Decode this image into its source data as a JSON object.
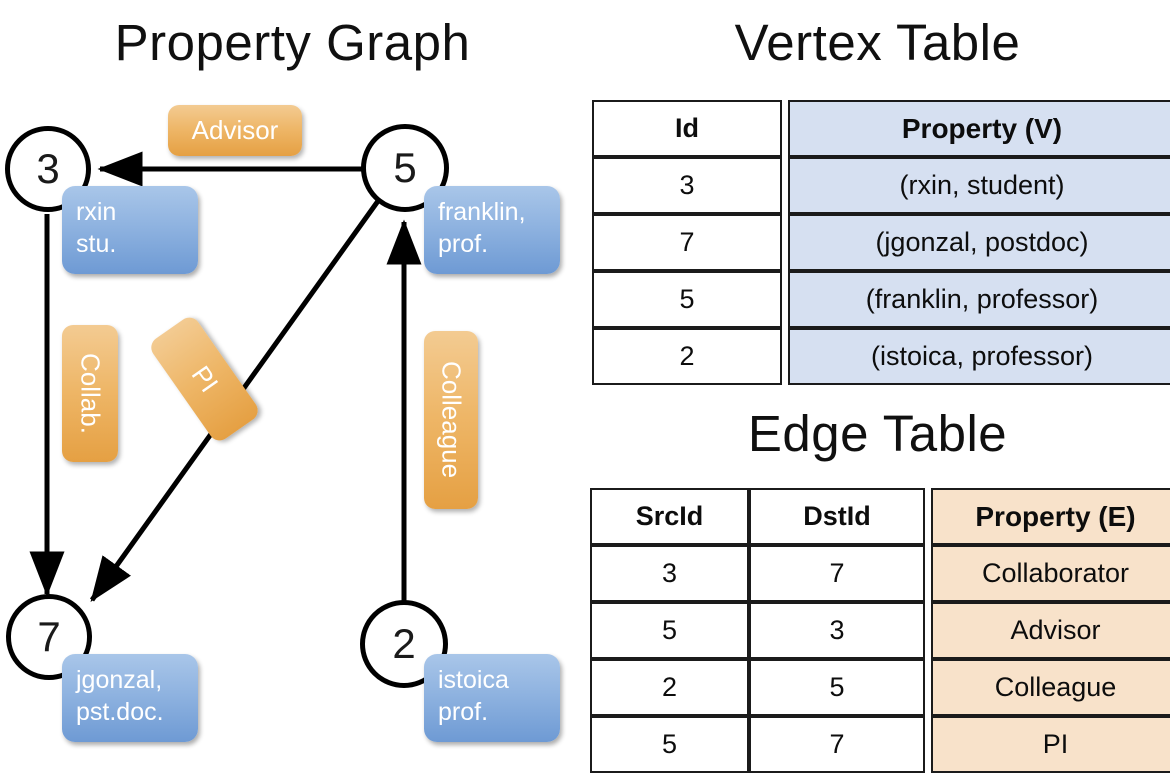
{
  "titles": {
    "property_graph": "Property Graph",
    "vertex_table": "Vertex Table",
    "edge_table": "Edge Table"
  },
  "graph": {
    "vertices": [
      {
        "id": "3",
        "label_line1": "rxin",
        "label_line2": "stu."
      },
      {
        "id": "5",
        "label_line1": "franklin,",
        "label_line2": "prof."
      },
      {
        "id": "7",
        "label_line1": "jgonzal,",
        "label_line2": "pst.doc."
      },
      {
        "id": "2",
        "label_line1": "istoica",
        "label_line2": "prof."
      }
    ],
    "edge_labels": {
      "advisor": "Advisor",
      "collab": "Collab.",
      "pi": "PI",
      "colleague": "Colleague"
    }
  },
  "vertex_table": {
    "headers": [
      "Id",
      "Property (V)"
    ],
    "rows": [
      {
        "id": "3",
        "property": "(rxin, student)"
      },
      {
        "id": "7",
        "property": "(jgonzal, postdoc)"
      },
      {
        "id": "5",
        "property": "(franklin, professor)"
      },
      {
        "id": "2",
        "property": "(istoica, professor)"
      }
    ]
  },
  "edge_table": {
    "headers": [
      "SrcId",
      "DstId",
      "Property (E)"
    ],
    "rows": [
      {
        "src": "3",
        "dst": "7",
        "property": "Collaborator"
      },
      {
        "src": "5",
        "dst": "3",
        "property": "Advisor"
      },
      {
        "src": "2",
        "dst": "5",
        "property": "Colleague"
      },
      {
        "src": "5",
        "dst": "7",
        "property": "PI"
      }
    ]
  },
  "colors": {
    "vertex_property_fill": "#d6e0f1",
    "edge_property_fill": "#f8e2ca",
    "node_callout_blue": "#8fb3e0",
    "edge_chip_orange": "#eeb667",
    "stroke": "#000000"
  }
}
